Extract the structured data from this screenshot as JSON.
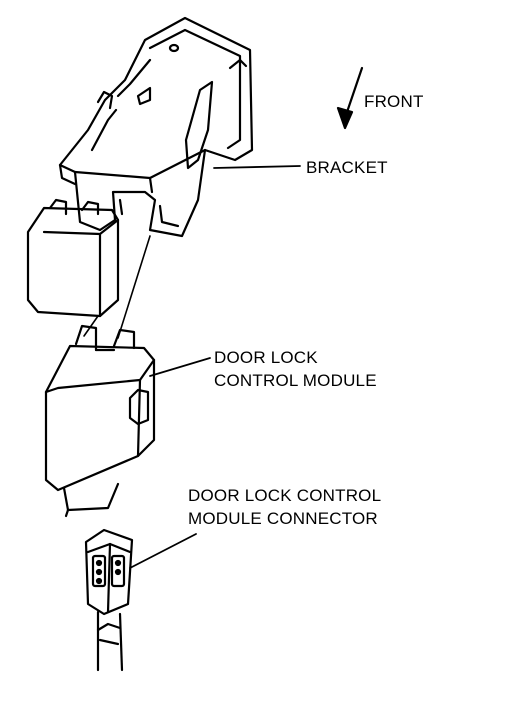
{
  "labels": {
    "front": "FRONT",
    "bracket": "BRACKET",
    "module": [
      "DOOR LOCK",
      "CONTROL MODULE"
    ],
    "connector": [
      "DOOR LOCK CONTROL",
      "MODULE CONNECTOR"
    ]
  }
}
